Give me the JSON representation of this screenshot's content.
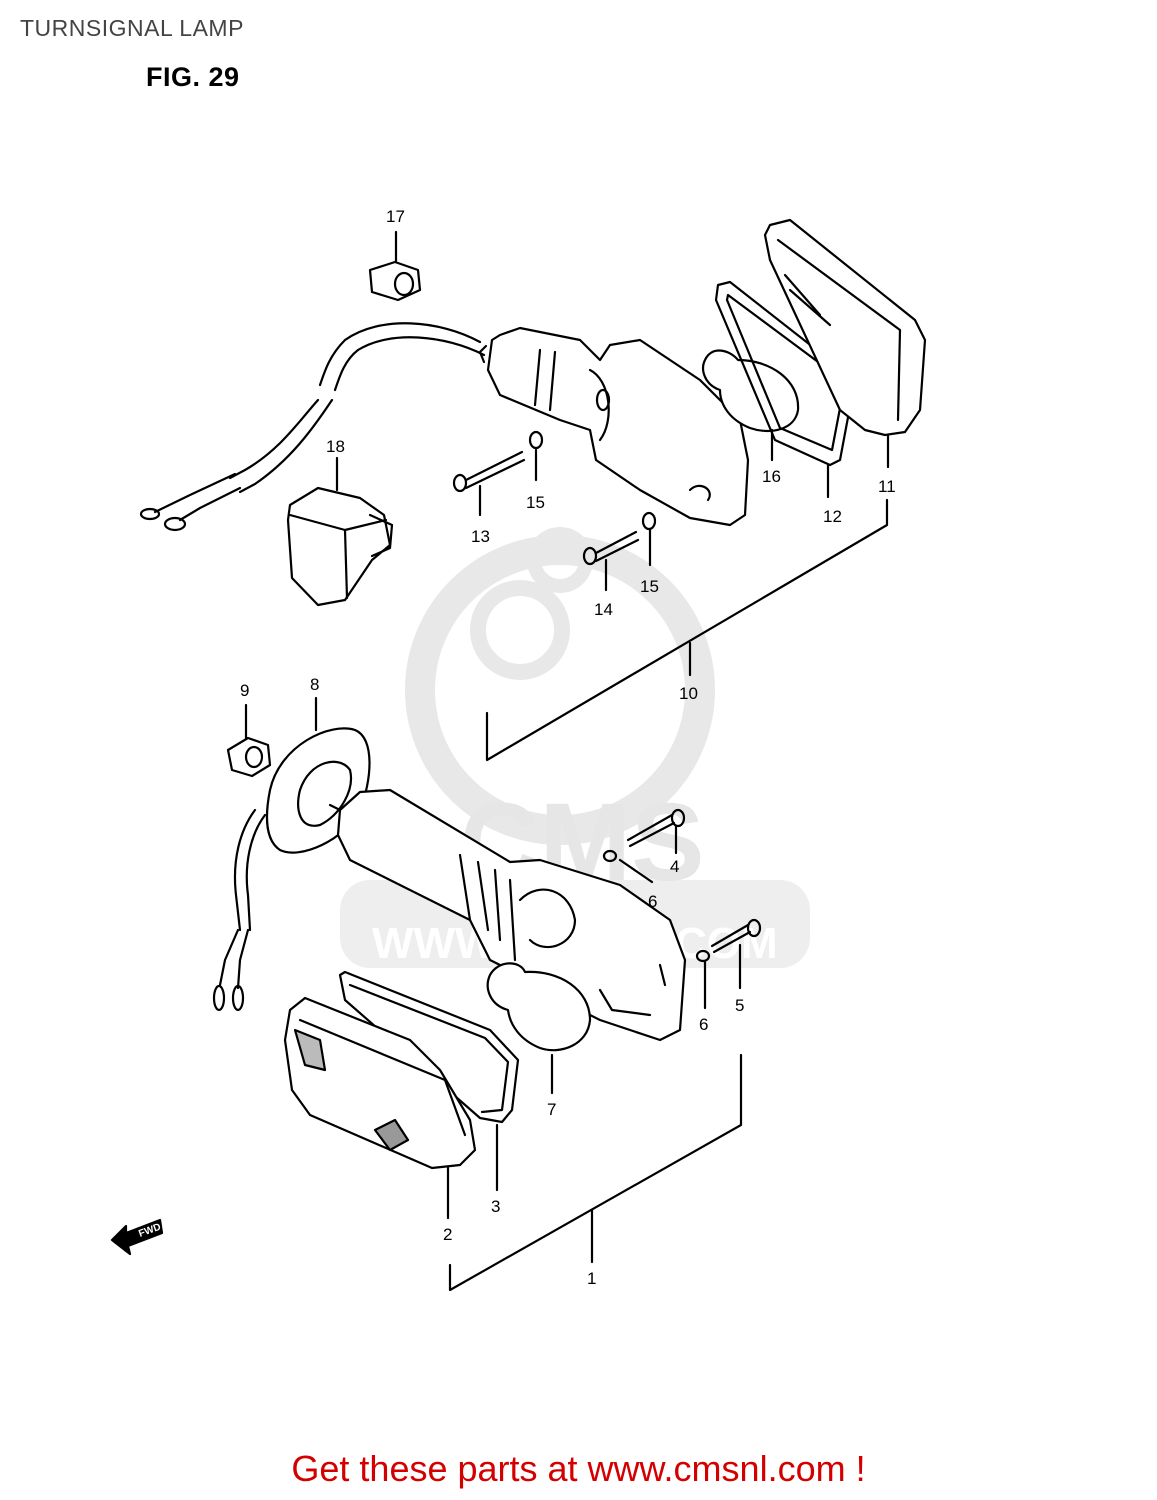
{
  "header": {
    "title": "TURNSIGNAL LAMP",
    "figure": "FIG. 29"
  },
  "callouts": {
    "c1": "1",
    "c2": "2",
    "c3": "3",
    "c4": "4",
    "c5": "5",
    "c6a": "6",
    "c6b": "6",
    "c7": "7",
    "c8": "8",
    "c9": "9",
    "c10": "10",
    "c11": "11",
    "c12": "12",
    "c13": "13",
    "c14": "14",
    "c15a": "15",
    "c15b": "15",
    "c16": "16",
    "c17": "17",
    "c18": "18"
  },
  "watermark": {
    "logo": "CMS",
    "url": "WWW.CMSNL.COM"
  },
  "fwd_arrow": {
    "label": "FWD"
  },
  "footer": {
    "promo": "Get these parts at www.cmsnl.com !"
  },
  "colors": {
    "promo": "#d40000",
    "line": "#000000",
    "watermark": "#e6e6e6"
  }
}
